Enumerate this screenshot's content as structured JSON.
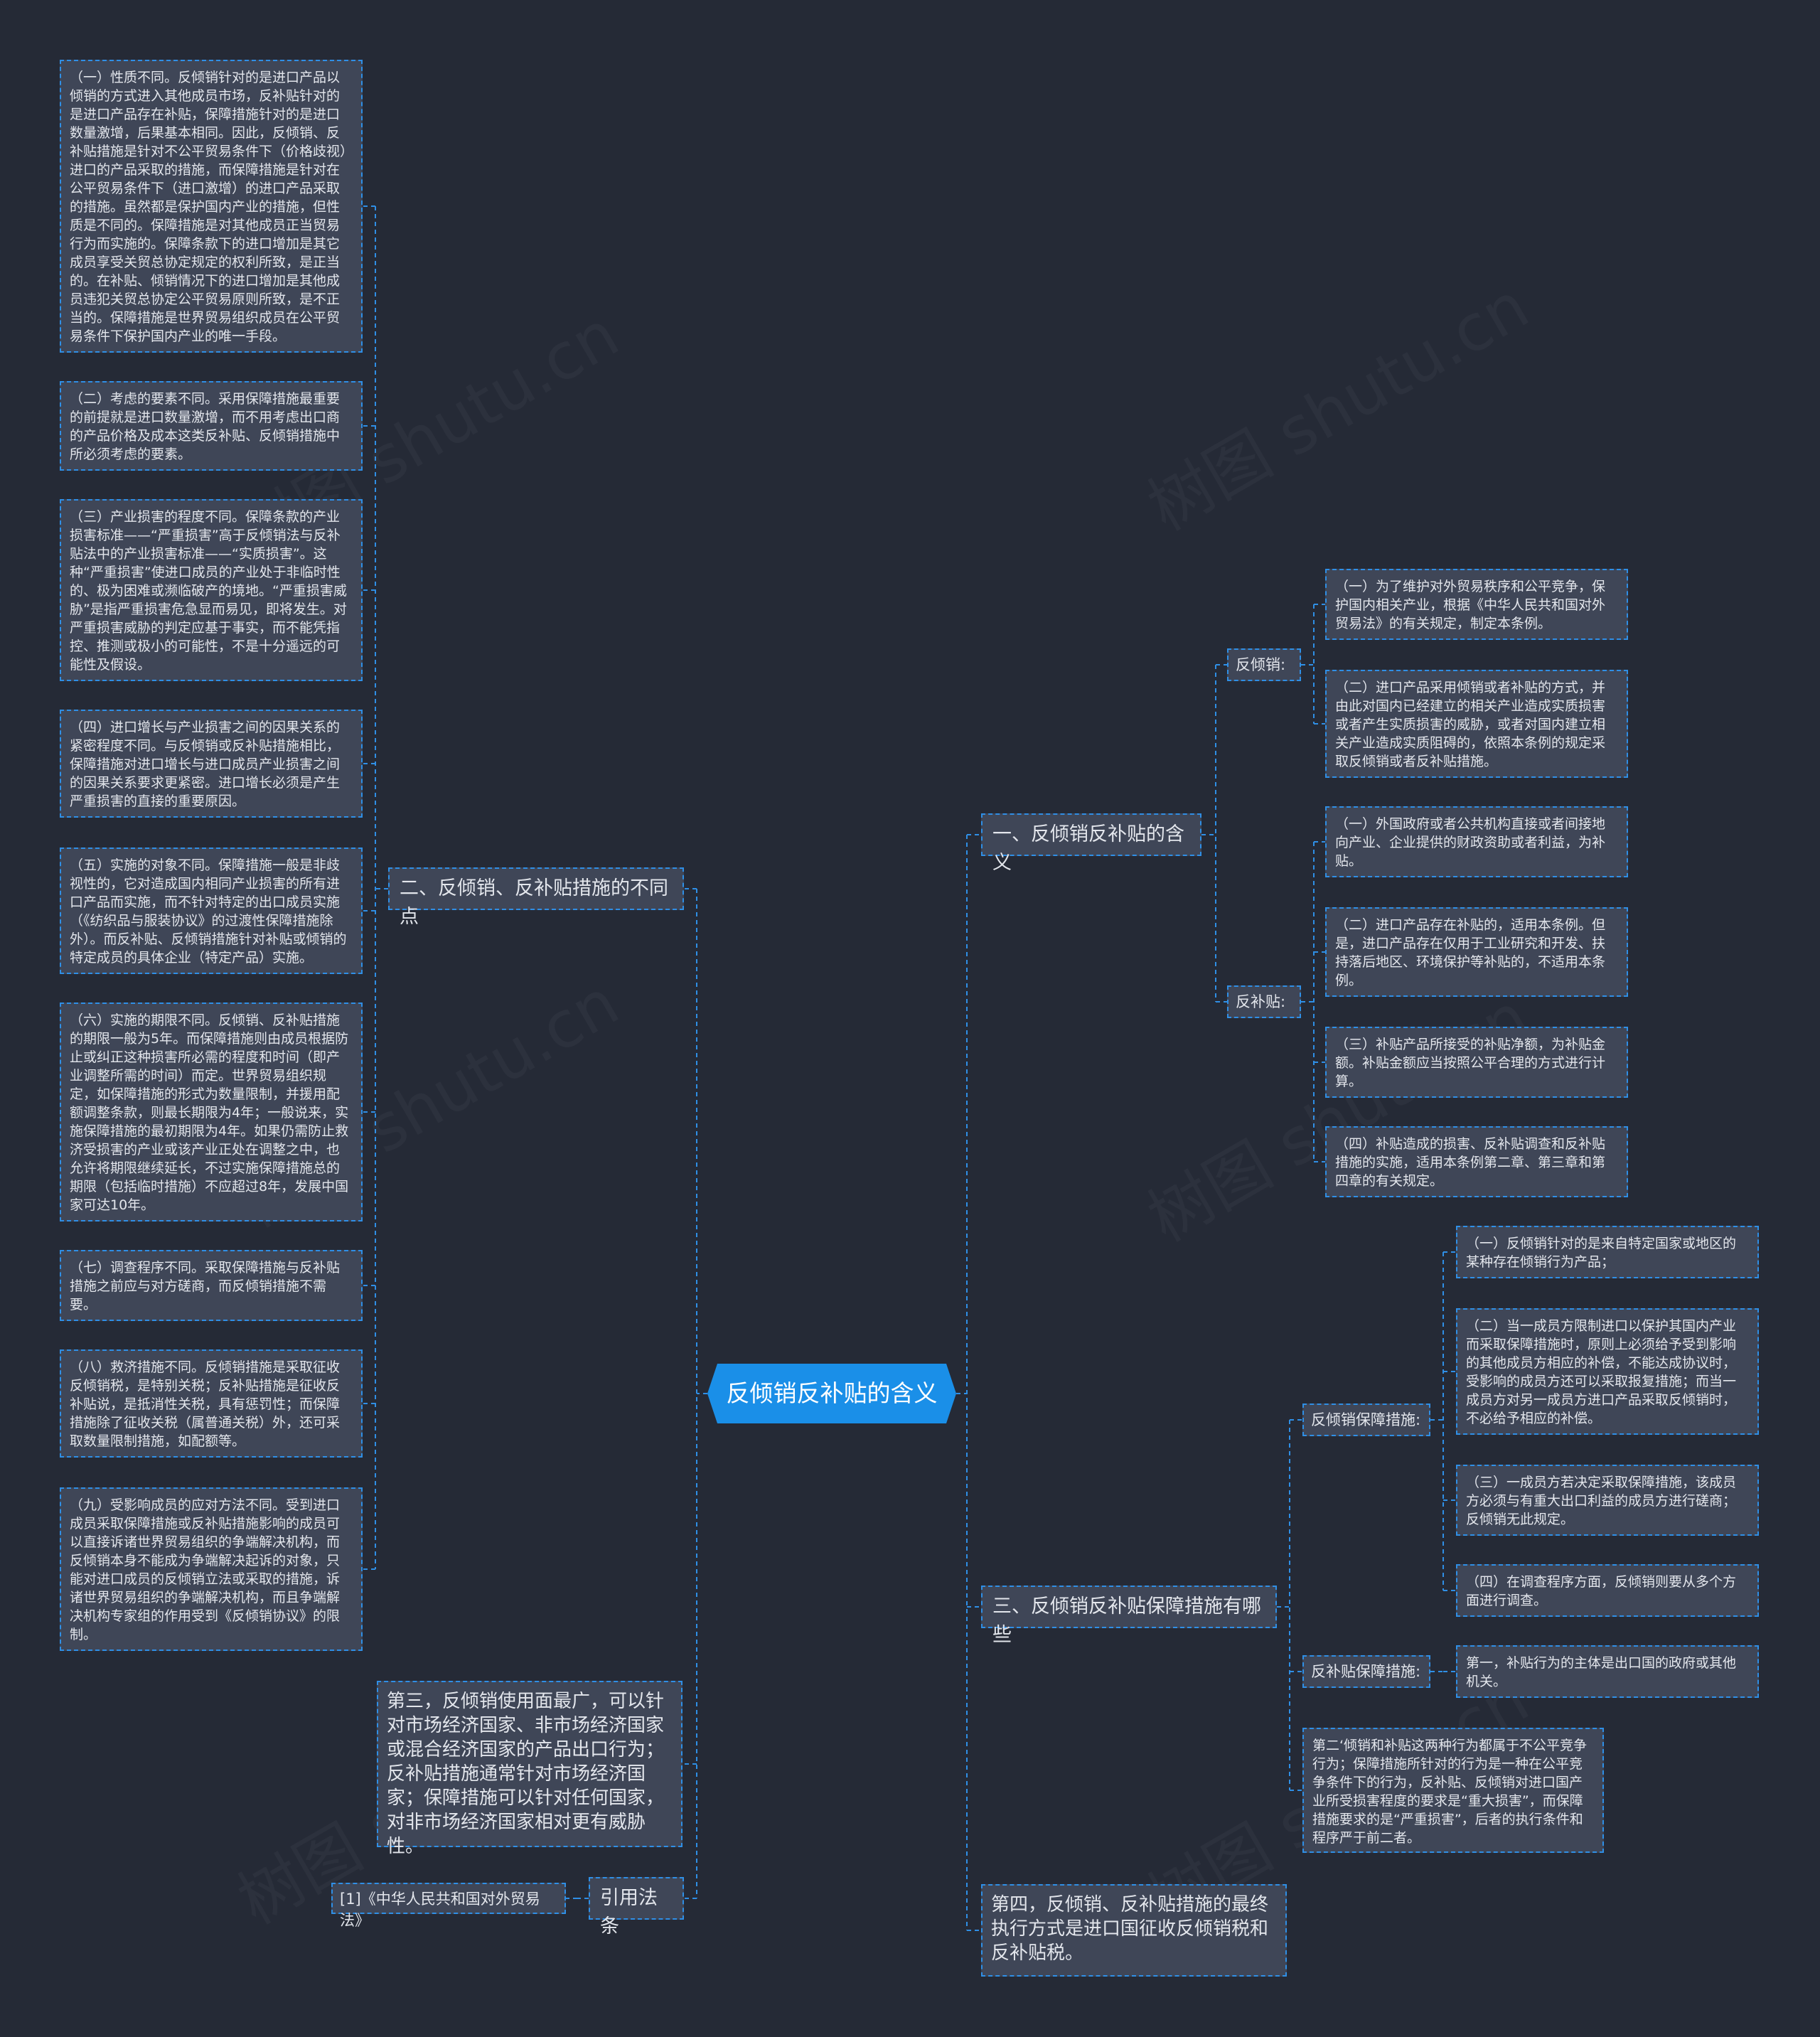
{
  "root": {
    "label": "反倾销反补贴的含义"
  },
  "branches": {
    "b1": {
      "label": "一、反倾销反补贴的含义"
    },
    "b2": {
      "label": "二、反倾销、反补贴措施的不同点"
    },
    "b3": {
      "label": "三、反倾销反补贴保障措施有哪些"
    },
    "b4": {
      "label": "第四，反倾销、反补贴措施的最终执行方式是进口国征收反倾销税和反补贴税。"
    },
    "b5": {
      "label": "第三，反倾销使用面最广，可以针对市场经济国家、非市场经济国家或混合经济国家的产品出口行为；反补贴措施通常针对市场经济国家；保障措施可以针对任何国家，对非市场经济国家相对更有威胁性。"
    },
    "b6": {
      "label": "引用法条"
    }
  },
  "b1": {
    "fanqingxiao": {
      "label": "反倾销:",
      "items": [
        "（一）为了维护对外贸易秩序和公平竞争，保护国内相关产业，根据《中华人民共和国对外贸易法》的有关规定，制定本条例。",
        "（二）进口产品采用倾销或者补贴的方式，并由此对国内已经建立的相关产业造成实质损害或者产生实质损害的威胁，或者对国内建立相关产业造成实质阻碍的，依照本条例的规定采取反倾销或者反补贴措施。"
      ]
    },
    "fanbutie": {
      "label": "反补贴:",
      "items": [
        "（一）外国政府或者公共机构直接或者间接地向产业、企业提供的财政资助或者利益，为补贴。",
        "（二）进口产品存在补贴的，适用本条例。但是，进口产品存在仅用于工业研究和开发、扶持落后地区、环境保护等补贴的，不适用本条例。",
        "（三）补贴产品所接受的补贴净额，为补贴金额。补贴金额应当按照公平合理的方式进行计算。",
        "（四）补贴造成的损害、反补贴调查和反补贴措施的实施，适用本条例第二章、第三章和第四章的有关规定。"
      ]
    }
  },
  "b2": {
    "items": [
      "（一）性质不同。反倾销针对的是进口产品以倾销的方式进入其他成员市场，反补贴针对的是进口产品存在补贴，保障措施针对的是进口数量激增，后果基本相同。因此，反倾销、反补贴措施是针对不公平贸易条件下（价格歧视）进口的产品采取的措施，而保障措施是针对在公平贸易条件下（进口激增）的进口产品采取的措施。虽然都是保护国内产业的措施，但性质是不同的。保障措施是对其他成员正当贸易行为而实施的。保障条款下的进口增加是其它成员享受关贸总协定规定的权利所致，是正当的。在补贴、倾销情况下的进口增加是其他成员违犯关贸总协定公平贸易原则所致，是不正当的。保障措施是世界贸易组织成员在公平贸易条件下保护国内产业的唯一手段。",
      "（二）考虑的要素不同。采用保障措施最重要的前提就是进口数量激增，而不用考虑出口商的产品价格及成本这类反补贴、反倾销措施中所必须考虑的要素。",
      "（三）产业损害的程度不同。保障条款的产业损害标准——“严重损害”高于反倾销法与反补贴法中的产业损害标准——“实质损害”。这种“严重损害”使进口成员的产业处于非临时性的、极为困难或濒临破产的境地。“严重损害威胁”是指严重损害危急显而易见，即将发生。对严重损害威胁的判定应基于事实，而不能凭指控、推测或极小的可能性，不是十分遥远的可能性及假设。",
      "（四）进口增长与产业损害之间的因果关系的紧密程度不同。与反倾销或反补贴措施相比，保障措施对进口增长与进口成员产业损害之间的因果关系要求更紧密。进口增长必须是产生严重损害的直接的重要原因。",
      "（五）实施的对象不同。保障措施一般是非歧视性的，它对造成国内相同产业损害的所有进口产品而实施，而不针对特定的出口成员实施（《纺织品与服装协议》的过渡性保障措施除外）。而反补贴、反倾销措施针对补贴或倾销的特定成员的具体企业（特定产品）实施。",
      "（六）实施的期限不同。反倾销、反补贴措施的期限一般为5年。而保障措施则由成员根据防止或纠正这种损害所必需的程度和时间（即产业调整所需的时间）而定。世界贸易组织规定，如保障措施的形式为数量限制，并援用配额调整条款，则最长期限为4年；一般说来，实施保障措施的最初期限为4年。如果仍需防止救济受损害的产业或该产业正处在调整之中，也允许将期限继续延长，不过实施保障措施总的期限（包括临时措施）不应超过8年，发展中国家可达10年。",
      "（七）调查程序不同。采取保障措施与反补贴措施之前应与对方磋商，而反倾销措施不需要。",
      "（八）救济措施不同。反倾销措施是采取征收反倾销税，是特别关税；反补贴措施是征收反补贴说，是抵消性关税，具有惩罚性；而保障措施除了征收关税（属普通关税）外，还可采取数量限制措施，如配额等。",
      "（九）受影响成员的应对方法不同。受到进口成员采取保障措施或反补贴措施影响的成员可以直接诉诸世界贸易组织的争端解决机构，而反倾销本身不能成为争端解决起诉的对象，只能对进口成员的反倾销立法或采取的措施，诉诸世界贸易组织的争端解决机构，而且争端解决机构专家组的作用受到《反倾销协议》的限制。"
    ]
  },
  "b3": {
    "baozhang": {
      "label": "反倾销保障措施:",
      "items": [
        "（一）反倾销针对的是来自特定国家或地区的某种存在倾销行为产品；",
        "（二）当一成员方限制进口以保护其国内产业而采取保障措施时，原则上必须给予受到影响的其他成员方相应的补偿，不能达成协议时，受影响的成员方还可以采取报复措施；而当一成员方对另一成员方进口产品采取反倾销时，不必给予相应的补偿。",
        "（三）一成员方若决定采取保障措施，该成员方必须与有重大出口利益的成员方进行磋商；反倾销无此规定。",
        "（四）在调查程序方面，反倾销则要从多个方面进行调查。"
      ]
    },
    "butie": {
      "label": "反补贴保障措施:",
      "items": [
        "第一，补贴行为的主体是出口国的政府或其他机关。"
      ]
    },
    "second": "第二‘倾销和补贴这两种行为都属于不公平竞争行为；保障措施所针对的行为是一种在公平竞争条件下的行为，反补贴、反倾销对进口国产业所受损害程度的要求是“重大损害”，而保障措施要求的是“严重损害”，后者的执行条件和程序严于前二者。"
  },
  "b6": {
    "items": [
      "[1]《中华人民共和国对外贸易法》"
    ]
  },
  "colors": {
    "accent": "#1a8fe8",
    "node_bg": "#3f4657",
    "background": "#252a36",
    "line": "#2f8fe6"
  }
}
